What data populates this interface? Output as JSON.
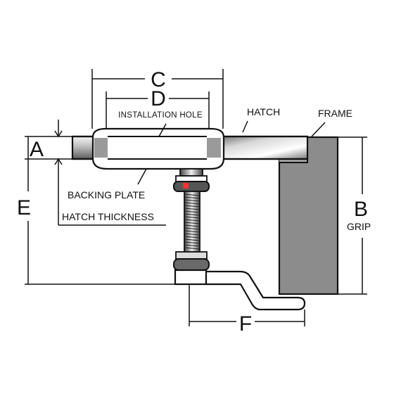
{
  "diagram": {
    "labels": {
      "a": "A",
      "b": "B",
      "c": "C",
      "d": "D",
      "e": "E",
      "f": "F",
      "grip": "GRIP",
      "installation_hole": "INSTALLATION HOLE",
      "hatch": "HATCH",
      "frame": "FRAME",
      "backing_plate": "BACKING PLATE",
      "hatch_thickness": "HATCH THICKNESS"
    },
    "colors": {
      "line": "#111111",
      "frame_fill": "#8c8c8c",
      "hatch_light": "#f2f2f2",
      "hatch_dark": "#6e6e6e",
      "background": "#ffffff"
    }
  }
}
